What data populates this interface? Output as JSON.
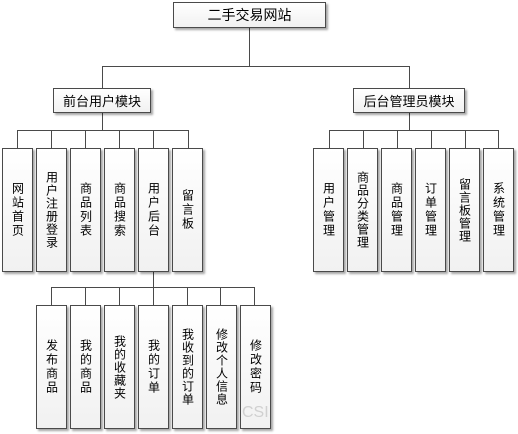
{
  "root": {
    "label": "二手交易网站"
  },
  "front": {
    "label": "前台用户模块",
    "items": [
      "网站首页",
      "用户注册登录",
      "商品列表",
      "商品搜索",
      "用户后台",
      "留言板"
    ]
  },
  "back": {
    "label": "后台管理员模块",
    "items": [
      "用户管理",
      "商品分类管理",
      "商品管理",
      "订单管理",
      "留言板管理",
      "系统管理"
    ]
  },
  "user_backend": {
    "items": [
      "发布商品",
      "我的商品",
      "我的收藏夹",
      "我的订单",
      "我收到的订单",
      "修改个人信息",
      "修改密码"
    ]
  },
  "watermark": "CSI"
}
